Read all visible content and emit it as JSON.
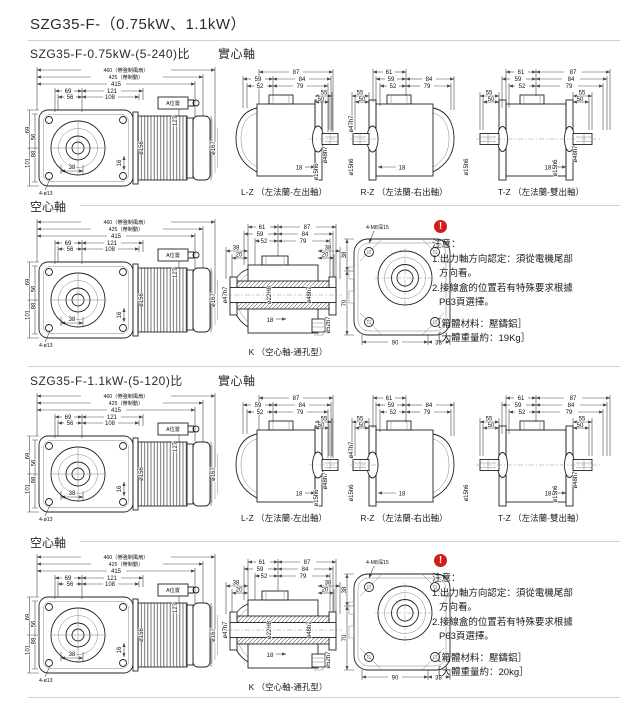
{
  "title": "SZG35-F-（0.75kW、1.1kW）",
  "headers": {
    "s1": "SZG35-F-0.75kW-(5-240)比",
    "s2": "SZG35-F-1.1kW-(5-120)比",
    "solid": "實心軸",
    "hollow": "空心軸"
  },
  "captions": {
    "lz": "L-Z （左法蘭-左出軸）",
    "rz": "R-Z （左法蘭-右出軸）",
    "tz": "T-Z （左法蘭-雙出軸）",
    "k": "K （空心軸-通孔型）"
  },
  "main_view": {
    "len_fan": "460（帶強制風扇）",
    "len_brake": "425（帶制動）",
    "len": "415",
    "d69": "69",
    "d56": "56",
    "d121": "121",
    "d108": "108",
    "a_pos": "A位置",
    "d127": "127",
    "dia156": "ø156",
    "dia167": "ø167",
    "v69": "69",
    "v56": "56",
    "v101": "101",
    "v88": "88",
    "d38": "38",
    "d16": "16",
    "holes": "4-ø13"
  },
  "lz": {
    "d87": "87",
    "d59": "59",
    "d84": "84",
    "d52": "52",
    "d79": "79",
    "d55": "55",
    "d50": "50",
    "d18": "18",
    "dia_flange": "ø48h7",
    "dia_shaft": "ø15h6"
  },
  "rz": {
    "d61": "61",
    "d59": "59",
    "d84": "84",
    "d52": "52",
    "d79": "79",
    "d55": "55",
    "d50": "50",
    "d18": "18",
    "dia_flange": "ø47h7",
    "dia_shaft": "ø15h6"
  },
  "tz": {
    "d61": "61",
    "d87": "87",
    "d59": "59",
    "d84": "84",
    "d52": "52",
    "d79": "79",
    "d55l": "55",
    "d50l": "50",
    "d55r": "55",
    "d50r": "50",
    "d18": "18",
    "dia_flange": "ø48h7",
    "dia_shaft_l": "ø15h6",
    "dia_shaft_r": "ø15h6"
  },
  "k": {
    "d61": "61",
    "d87": "87",
    "d59": "59",
    "d84": "84",
    "d52": "52",
    "d79": "79",
    "d38l": "38",
    "d20l": "20",
    "d38r": "38",
    "d20r": "20",
    "d18": "18",
    "dia_left": "ø47h7",
    "dia_bore": "ø22H8",
    "dia_right": "ø48h7",
    "dia_out": "ø52h7"
  },
  "flange_view": {
    "bolts": "4-M8深15",
    "d90": "90",
    "d38": "38",
    "v38": "38",
    "v70": "70"
  },
  "notes": {
    "bang": "!",
    "title": "注意：",
    "l1a": "1.出力軸方向認定：須從電機尾部",
    "l1b": "方向看。",
    "l2a": "2.接線盒的位置若有特殊要求根據",
    "l2b": "P63頁選擇。",
    "material": "［箱體材料：壓鑄鋁］",
    "weight_075": "［大體重量約：19Kg］",
    "weight_11": "［大體重量約：20kg］"
  },
  "colors": {
    "accent_red": "#d21c1c",
    "line": "#222222"
  }
}
